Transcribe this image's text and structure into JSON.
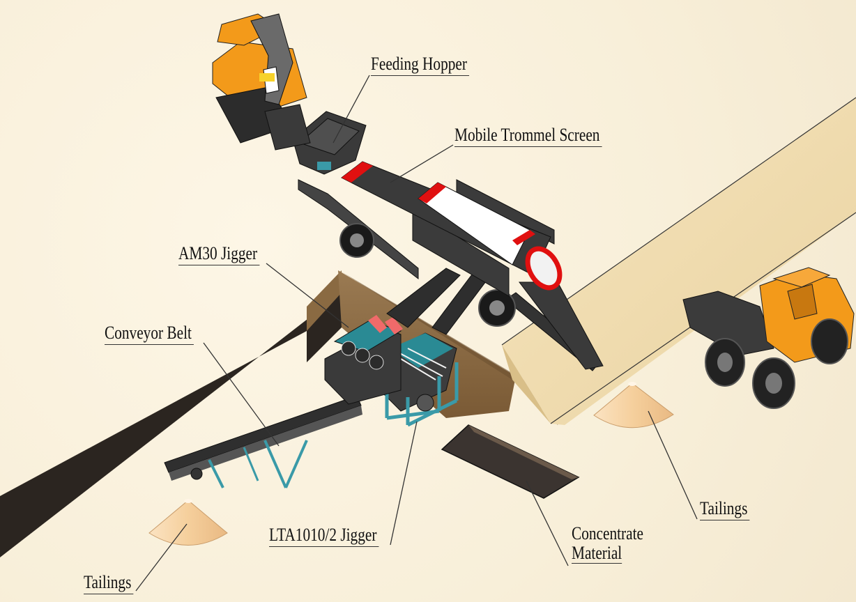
{
  "labels": {
    "feeding_hopper": "Feeding Hopper",
    "trommel": "Mobile Trommel Screen",
    "am30": "AM30  Jigger",
    "conveyor": "Conveyor Belt",
    "lta": "LTA1010/2  Jigger",
    "concentrate_line1": "Concentrate",
    "concentrate_line2": "Material",
    "tailings_right": "Tailings",
    "tailings_left": "Tailings"
  },
  "colors": {
    "ground": "#f8efd9",
    "trench": "#2b2520",
    "sand_bank": "#f0ddb0",
    "machine_dark": "#333333",
    "trommel_red": "#e01010",
    "excavator_orange": "#f39a1a",
    "jigger_teal": "#3a9aa8",
    "tailings_cone": "#f4d2a5"
  }
}
